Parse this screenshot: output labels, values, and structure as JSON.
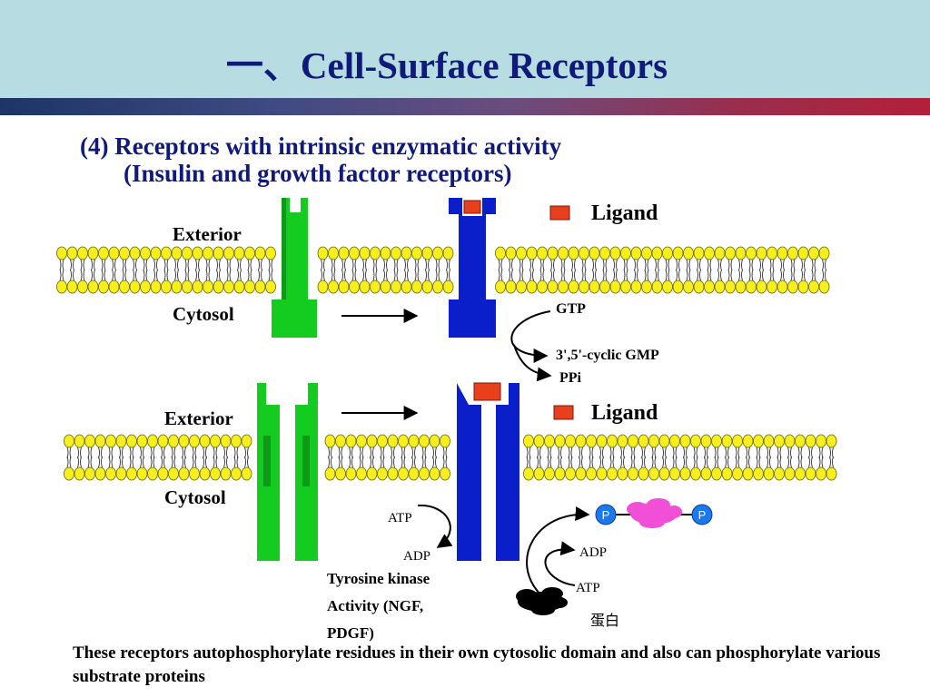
{
  "slide": {
    "title": "一、Cell-Surface Receptors",
    "subtitle_line1": "(4) Receptors with intrinsic enzymatic activity",
    "subtitle_line2": "(Insulin and growth factor receptors)",
    "caption": "These receptors autophosphorylate residues in their own cytosolic domain and also can phosphorylate various substrate proteins"
  },
  "top_panel": {
    "exterior_label": "Exterior",
    "cytosol_label": "Cytosol",
    "legend_label": "Ligand",
    "gtp_label": "GTP",
    "cgmp_label": "3',5'-cyclic GMP",
    "ppi_label": "PPi"
  },
  "bottom_panel": {
    "exterior_label": "Exterior",
    "cytosol_label": "Cytosol",
    "legend_label": "Ligand",
    "atp_left_label": "ATP",
    "adp_left_label": "ADP",
    "tk_line1": "Tyrosine kinase",
    "tk_line2": "Activity (NGF,",
    "tk_line3": "PDGF)",
    "adp_right_label": "ADP",
    "atp_right_label": "ATP",
    "p_left": "P",
    "p_right": "P",
    "protein_label": "蛋白"
  },
  "colors": {
    "header_bg": "#b7dde2",
    "title_text": "#101a7a",
    "inactive_receptor": "#13cc1f",
    "active_receptor": "#0a1fc9",
    "ligand": "#e8401c",
    "lipid_head": "#f5ef1e",
    "phosphate": "#1a78f0",
    "substrate_protein": "#f04fd6",
    "unphosphorylated_protein": "#000000"
  }
}
